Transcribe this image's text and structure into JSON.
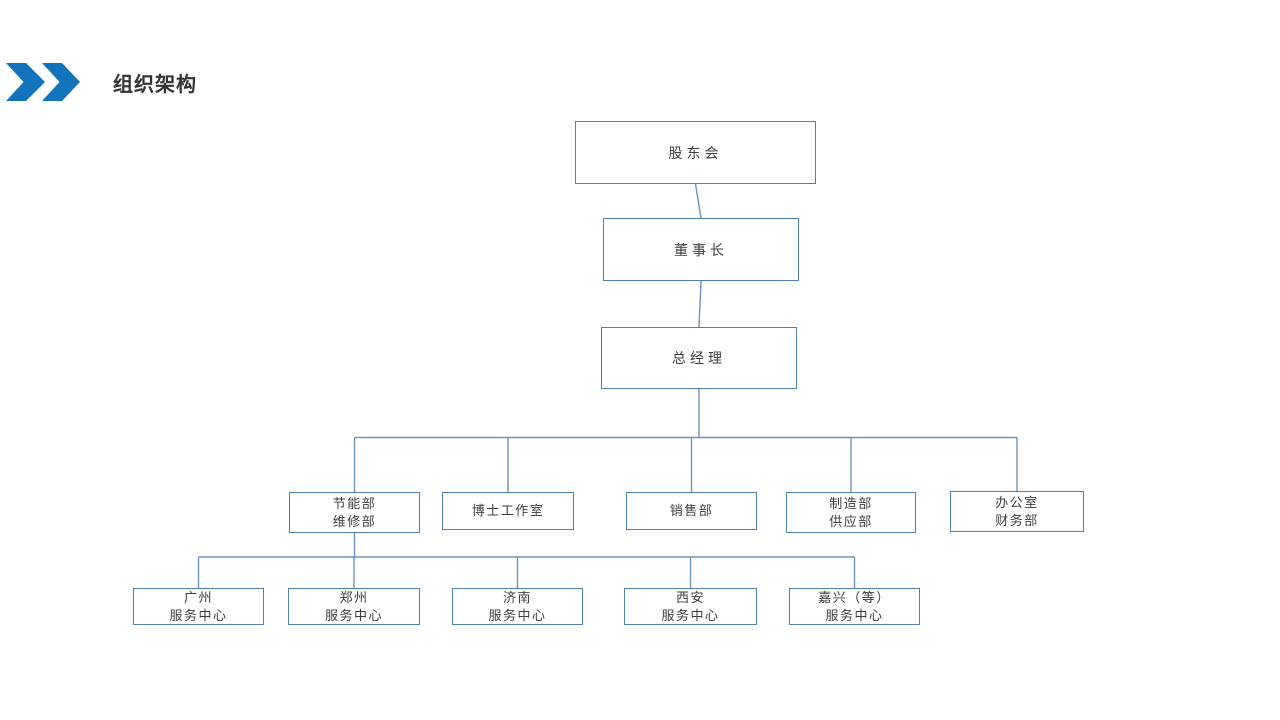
{
  "slide": {
    "icon": "double-chevron-right",
    "title": "组织架构"
  },
  "colors": {
    "accent": "#1273bd",
    "line": "#4e7fae",
    "conn": "#6b93bd",
    "text": "#3d3d3d",
    "title": "#333333"
  },
  "org": {
    "level1": {
      "label": "股东会"
    },
    "level2": {
      "label": "董事长"
    },
    "level3": {
      "label": "总经理"
    },
    "departments": [
      {
        "label": "节能部\n维修部"
      },
      {
        "label": "博士工作室"
      },
      {
        "label": "销售部"
      },
      {
        "label": "制造部\n供应部"
      },
      {
        "label": "办公室\n财务部"
      }
    ],
    "service_centers": [
      {
        "label": "广州\n服务中心"
      },
      {
        "label": "郑州\n服务中心"
      },
      {
        "label": "济南\n服务中心"
      },
      {
        "label": "西安\n服务中心"
      },
      {
        "label": "嘉兴（等）\n服务中心"
      }
    ]
  }
}
